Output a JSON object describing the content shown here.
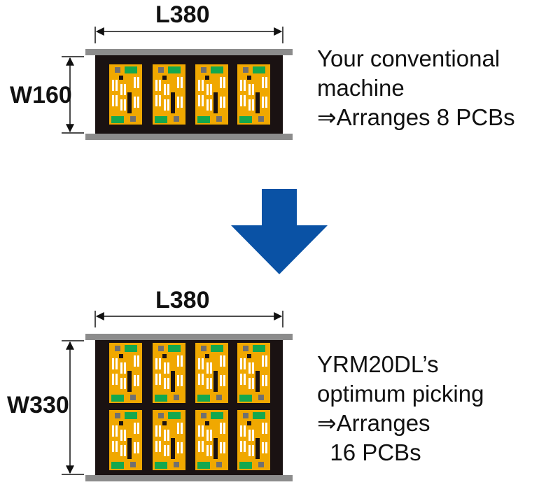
{
  "top": {
    "length_label": "L380",
    "width_label": "W160",
    "pcb_count": 8,
    "description": [
      "Your conventional",
      "machine",
      "⇒Arranges 8 PCBs"
    ]
  },
  "bottom": {
    "length_label": "L380",
    "width_label": "W330",
    "pcb_count": 16,
    "description": [
      "YRM20DL’s",
      "optimum picking",
      "⇒Arranges",
      "  16 PCBs"
    ]
  },
  "colors": {
    "board": "#1a1212",
    "rail": "#8c8c8c",
    "pcb_gold": "#f0a800",
    "pad_green": "#14a84e",
    "pad_gray": "#707070",
    "arrow": "#0a52a5"
  }
}
